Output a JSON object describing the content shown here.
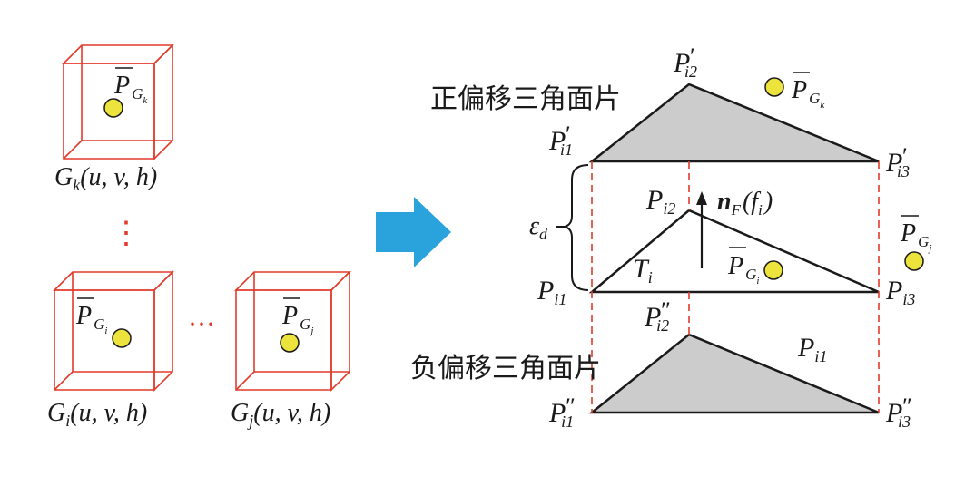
{
  "colors": {
    "cube": "#e23a2a",
    "point_fill": "#ece43c",
    "triangle_fill": "#cccccc",
    "arrow": "#2aa3dc",
    "dashed": "#e23a2a",
    "line": "#1a1a1a"
  },
  "icons": {
    "transform_arrow": "right-arrow-icon"
  },
  "left_grids": {
    "top_cube": {
      "point_main": "P",
      "point_sub": "G",
      "point_subsub": "k",
      "label_main": "G",
      "label_sub": "k",
      "label_args": "(u, v, h)"
    },
    "vertical_dots": "⋮",
    "bottom_left_cube": {
      "point_main": "P",
      "point_sub": "G",
      "point_subsub": "i",
      "label_main": "G",
      "label_sub": "i",
      "label_args": "(u, v, h)"
    },
    "horizontal_dots": "···",
    "bottom_right_cube": {
      "point_main": "P",
      "point_sub": "G",
      "point_subsub": "j",
      "label_main": "G",
      "label_sub": "j",
      "label_args": "(u, v, h)"
    }
  },
  "right_offsets": {
    "positive_title": "正偏移三角面片",
    "negative_title": "负偏移三角面片",
    "top": {
      "p1": {
        "main": "P",
        "sub": "i1",
        "prime": "′"
      },
      "p2": {
        "main": "P",
        "sub": "i2",
        "prime": "′"
      },
      "p3": {
        "main": "P",
        "sub": "i3",
        "prime": "′"
      }
    },
    "middle": {
      "p1": {
        "main": "P",
        "sub": "i1"
      },
      "p2": {
        "main": "P",
        "sub": "i2"
      },
      "p3": {
        "main": "P",
        "sub": "i3"
      },
      "triangle_label": {
        "main": "T",
        "sub": "i"
      },
      "normal_label": {
        "main": "n",
        "sub": "F",
        "arg": "(f",
        "arg_sub": "i",
        "close": ")"
      },
      "epsilon": {
        "main": "ε",
        "sub": "d"
      }
    },
    "bottom": {
      "p1": {
        "main": "P",
        "sub": "i1",
        "prime": "″"
      },
      "p2": {
        "main": "P",
        "sub": "i2",
        "prime": "″"
      },
      "p3": {
        "main": "P",
        "sub": "i3",
        "prime": "″"
      },
      "stray_label": {
        "main": "P",
        "sub": "i1"
      }
    },
    "points": {
      "gk": {
        "main": "P",
        "sub": "G",
        "subsub": "k"
      },
      "gj": {
        "main": "P",
        "sub": "G",
        "subsub": "j"
      },
      "gi": {
        "main": "P",
        "sub": "G",
        "subsub": "i"
      }
    }
  }
}
